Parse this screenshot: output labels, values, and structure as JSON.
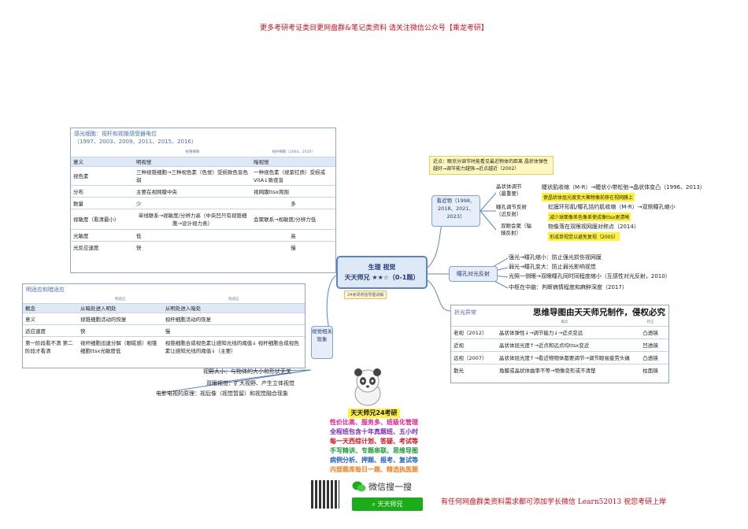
{
  "header": {
    "top_notice": "更多考研考证类目更网盘群&笔记类资料  请关注微信公众号【乘龙考研】",
    "bottom_notice": "有任何网盘群类资料需求都可添加学长微信  Learn52013   祝您考研上岸"
  },
  "central": {
    "title": "生理 视觉",
    "subtitle": "天天师兄 ★★☆（0-1题）",
    "tag": "24考研增强导图讲解"
  },
  "photoreceptor": {
    "title": "感光细胞：视杆和视锥感受器电位",
    "years": "（1997、2003、2009、2011、2015、2016）",
    "sub_left": "视锥细胞",
    "sub_right": "视杆细胞（2004、2020）",
    "rows": [
      {
        "label": "意义",
        "a": "明视觉",
        "b": "暗视觉"
      },
      {
        "label": "视色素",
        "a": "三种视锥细胞→三种视色素（色觉）受损致色盲色弱",
        "b": "一种视色素（视紫红质）受损或VitA↓致夜盲"
      },
      {
        "label": "分布",
        "a": "主要在视网膜中央",
        "b": "视网膜ttsx周围"
      },
      {
        "label": "数量",
        "a": "少",
        "b": "多"
      },
      {
        "label": "视敏度（看清最小）",
        "a": "单线联系→视敏度/分辨力高（中央凹只有视锥细胞→设计视力表）",
        "b": "会聚联系→视敏度/分辨力低"
      },
      {
        "label": "光敏度",
        "a": "低",
        "b": "高"
      },
      {
        "label": "光反应速度",
        "a": "快",
        "b": "慢"
      }
    ]
  },
  "adaptation": {
    "title": "明适应和暗适应",
    "sub_left": "明适应",
    "sub_right": "暗适应",
    "rows": [
      {
        "label": "概念",
        "a": "从暗处进入明处",
        "b": "从明处进入暗处"
      },
      {
        "label": "意义",
        "a": "视锥细胞活动的恢复",
        "b": "视杆细胞活动的恢复"
      },
      {
        "label": "适应速度",
        "a": "快",
        "b": "慢"
      },
      {
        "label": "第一阶段看不清 第二阶段才看清",
        "a": "视杆细胞迅速分解（眼眩感）视锥细胞ttsx光敏度低",
        "b": "视锥细胞合成视色素让感知光线的阈值↓ 视杆细胞合成视色素让感知光线的阈值↓（主要）"
      }
    ]
  },
  "visual_related": {
    "node": "视觉相关现象",
    "items": [
      "视野大小：与物体的大小和形状无关",
      "双眼视觉：扩大视野、产生立体视觉",
      "电影电视的原理：视后像（视觉暂留）和视觉融合现象"
    ]
  },
  "near_vision": {
    "node": "看近物（1998、2018、2021、2023）",
    "note": "近点：眼充分调节时能看见最近物体的距离 晶状体弹性越好→调节能力越强→近点越近（2002）",
    "lens": {
      "label": "晶状体调节（最重要）",
      "text": "睫状肌收缩（M-R）→睫状小带松弛→晶状体变凸（1996、2013）",
      "note": "使晶状体屈光度变大聚物像前移在视网膜上"
    },
    "pupil": {
      "label": "瞳孔调节反射（近反射）",
      "text": "虹膜环形肌/瞳孔括约肌收缩（M-R）→双侧瞳孔缩小",
      "note": "减少球面像差色像差使成像ttsx更清晰"
    },
    "convergence": {
      "label": "双眼会聚（辐辏反射）",
      "text": "物像落在双眼视网膜对称点（2014）",
      "note": "形成单视觉以避免复视（2005）"
    }
  },
  "pupil_reflex": {
    "node": "瞳孔对光反射",
    "items": [
      "强光→瞳孔缩小：防止强光损伤视网膜",
      "弱光→瞳孔变大：防止弱光影响视觉",
      "光照一侧眼→双眼瞳孔同时同程度缩小（互感性对光反射，2010）",
      "中枢在中脑：判断病情程度和麻醉深度（2017）"
    ]
  },
  "refraction": {
    "title": "折光异常",
    "banner": "思维导图由天天师兄制作，侵权必究",
    "sub_mid": "概念",
    "sub_right": "矫正",
    "rows": [
      {
        "label": "老视（2012）",
        "a": "晶状体弹性↓→调节能力↓→近点变远",
        "b": "凸透镜"
      },
      {
        "label": "近视",
        "a": "晶状体屈光度↑→近点和远点均ttsx变近",
        "b": "凹透镜"
      },
      {
        "label": "远视（2007）",
        "a": "晶状体屈光度↑→看近物物体都要调节→调节眼易疲劳头痛",
        "b": "凸透镜"
      },
      {
        "label": "散光",
        "a": "角膜或晶状体曲率不等→物像变形或不清楚",
        "b": "柱面镜"
      }
    ]
  },
  "promo": {
    "title": "天天师兄24考研",
    "lines": [
      {
        "text": "性价比高、服务多、班级化管理",
        "color": "#e0218a"
      },
      {
        "text": "全程班包含十年真题班、五小时",
        "color": "#7a2bbf"
      },
      {
        "text": "每一天西综计划、答疑、考试等",
        "color": "#d0101a"
      },
      {
        "text": "手写精讲、专题串联、思维导图",
        "color": "#1f9a3a"
      },
      {
        "text": "病例分析、押题、报考、复试等",
        "color": "#1f5fc4"
      },
      {
        "text": "内部题库每日一题、精选执医题",
        "color": "#f08020"
      }
    ],
    "wechat_search": "微信搜一搜",
    "wechat_name": "天天师兄"
  },
  "colors": {
    "link": "#5b84c4",
    "node_border": "#7fa2d6",
    "highlight": "#fff23a"
  }
}
